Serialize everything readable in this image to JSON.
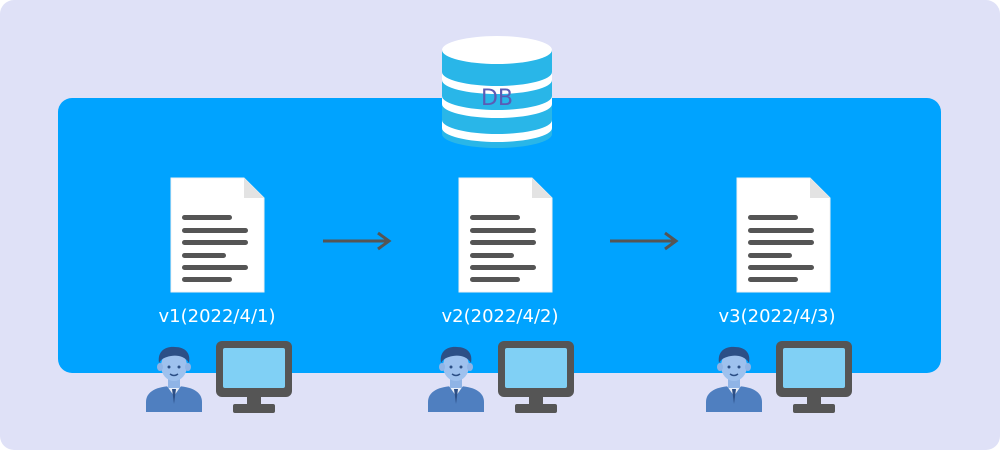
{
  "database": {
    "label": "DB",
    "icon": "database-icon"
  },
  "versions": [
    {
      "label": "v1(2022/4/1)",
      "icon": "document-icon"
    },
    {
      "label": "v2(2022/4/2)",
      "icon": "document-icon"
    },
    {
      "label": "v3(2022/4/3)",
      "icon": "document-icon"
    }
  ],
  "users": [
    {
      "icons": [
        "person-icon",
        "monitor-icon"
      ]
    },
    {
      "icons": [
        "person-icon",
        "monitor-icon"
      ]
    },
    {
      "icons": [
        "person-icon",
        "monitor-icon"
      ]
    }
  ],
  "colors": {
    "background": "#dfe1f7",
    "panel": "#00a3ff",
    "database": "#29b6e8",
    "document": "#ffffff",
    "text_lines": "#555555",
    "arrow": "#555555",
    "version_text": "#ffffff",
    "person": "#4f7fc0",
    "monitor_frame": "#555555",
    "monitor_screen": "#80d0f5"
  }
}
